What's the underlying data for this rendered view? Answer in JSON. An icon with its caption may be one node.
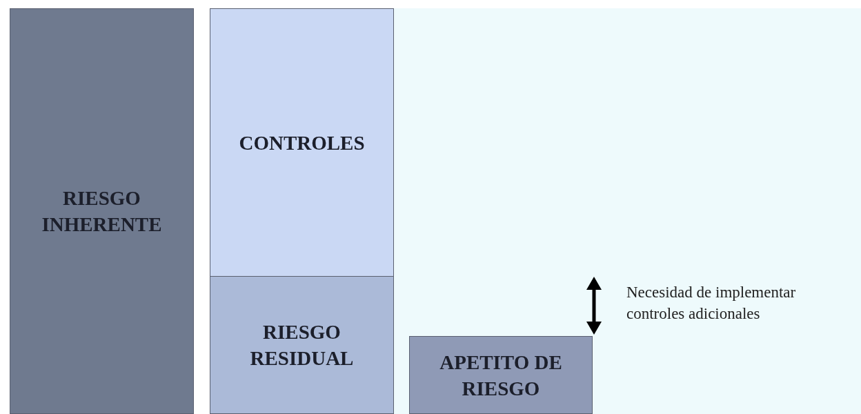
{
  "diagram": {
    "nodes": [
      {
        "text": [
          "RIESGO INHERENTE"
        ]
      },
      {
        "text": [
          "CONTROLES"
        ]
      },
      {
        "text": [
          "RIESGO RESIDUAL"
        ]
      },
      {
        "text": [
          "APETITO DE RIESGO"
        ]
      }
    ],
    "labels": [
      "Necesidad de implementar controles adicionales"
    ]
  }
}
